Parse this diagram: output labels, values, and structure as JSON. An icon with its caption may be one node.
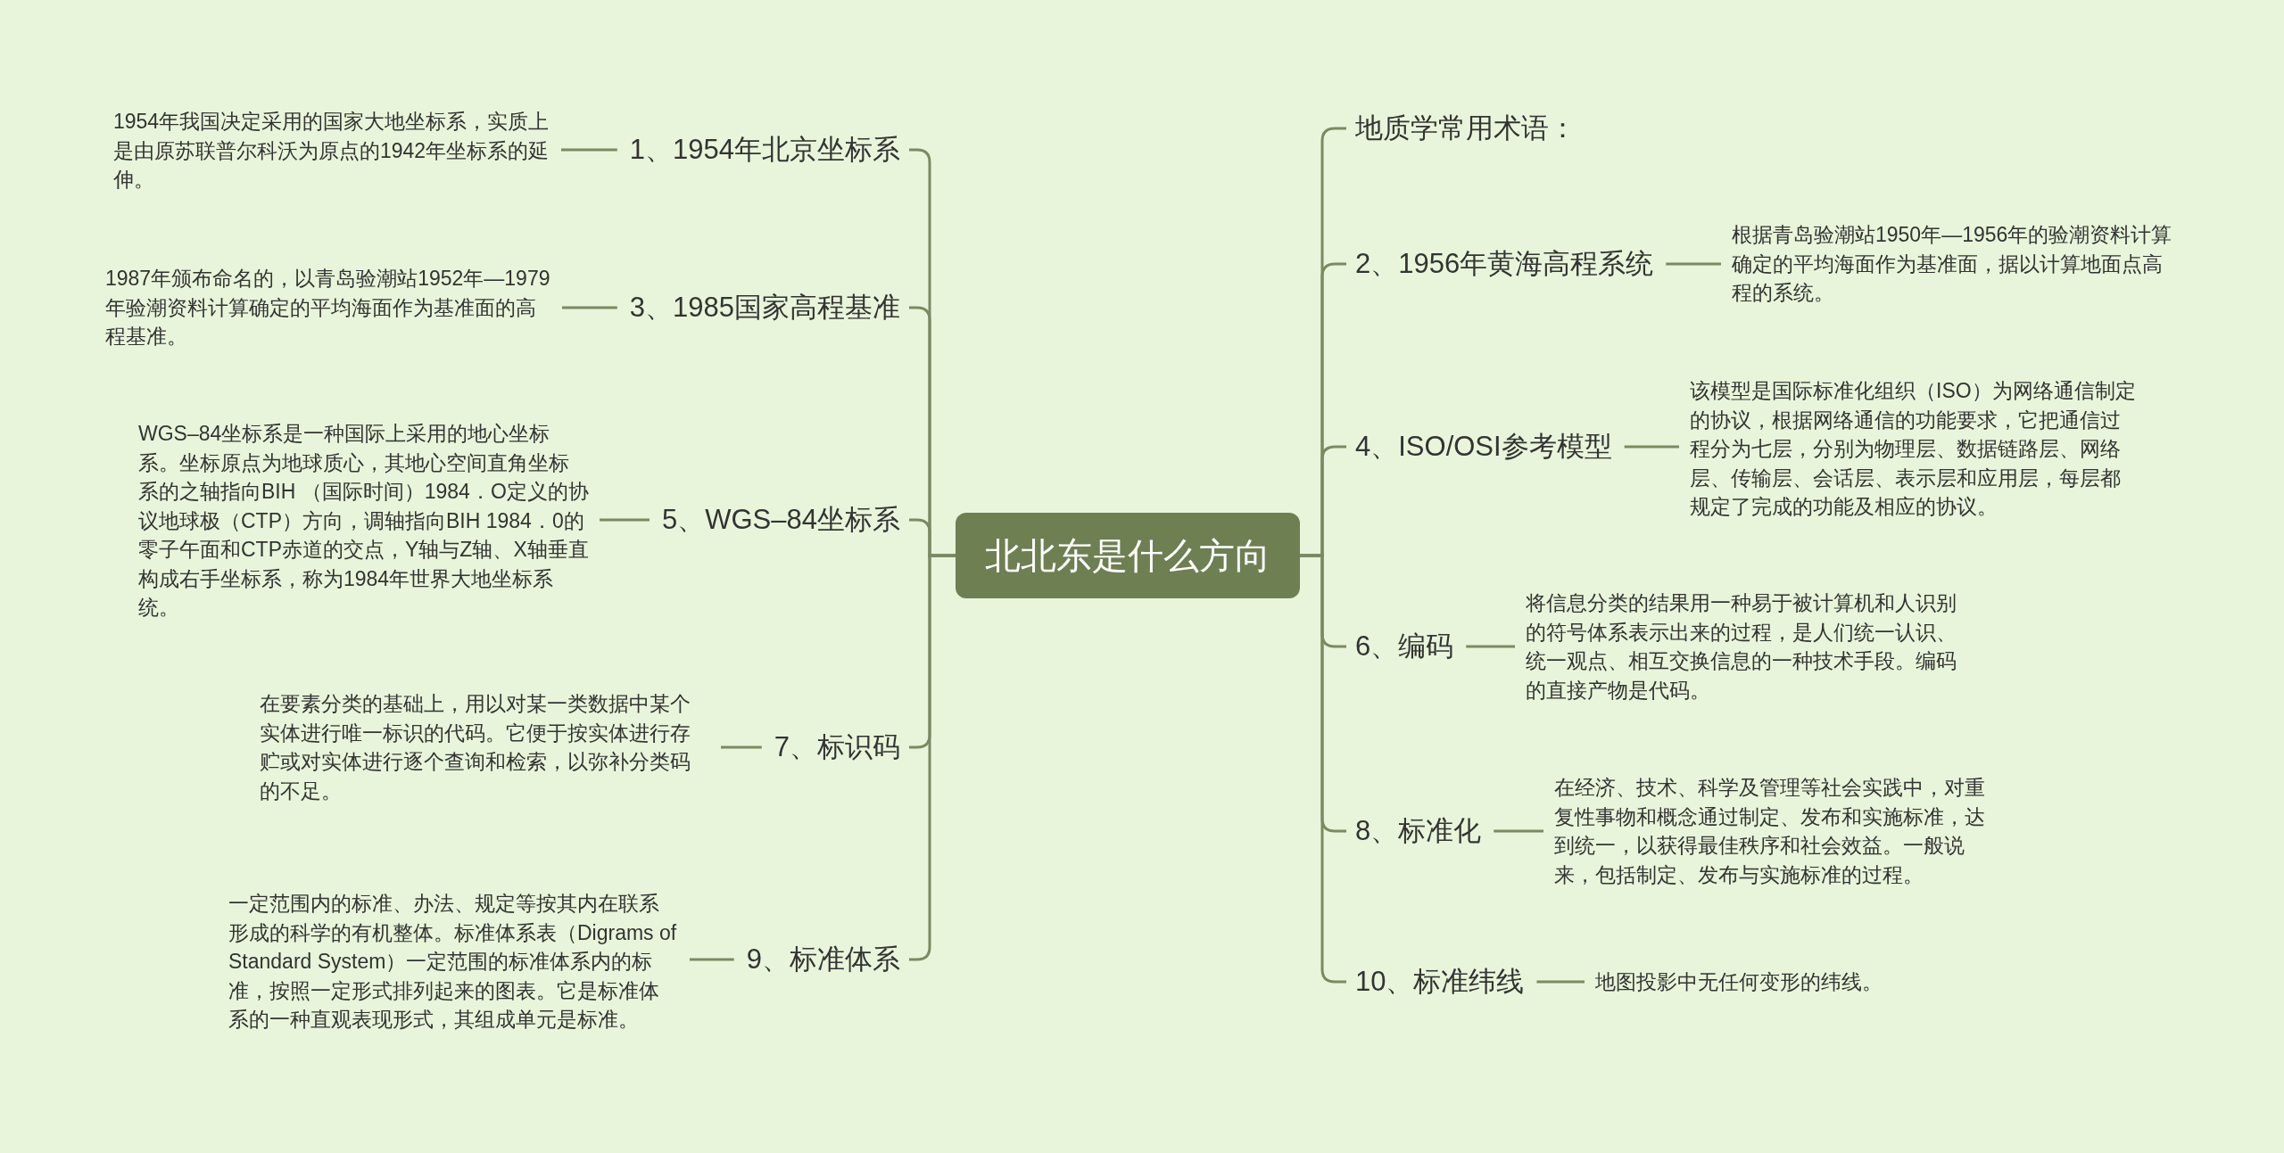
{
  "diagram": {
    "nodes": [
      {
        "text": [
          "北北东是什么方向"
        ]
      },
      {
        "text": [
          "1、1954年北京坐标系"
        ]
      },
      {
        "text": [
          "1954年我国决定采用的国家大地坐标系，实质上是由原苏联普尔科沃为原点的1942年坐标系的延伸。"
        ]
      },
      {
        "text": [
          "3、1985国家高程基准"
        ]
      },
      {
        "text": [
          "1987年颁布命名的，以青岛验潮站1952年—1979年验潮资料计算确定的平均海面作为基准面的高程基准。"
        ]
      },
      {
        "text": [
          "5、WGS–84坐标系"
        ]
      },
      {
        "text": [
          "WGS–84坐标系是一种国际上采用的地心坐标系。坐标原点为地球质心，其地心空间直角坐标系的之轴指向BIH （国际时间）1984．O定义的协议地球极（CTP）方向，调轴指向BIH 1984．0的零子午面和CTP赤道的交点，Y轴与Z轴、X轴垂直构成右手坐标系，称为1984年世界大地坐标系统。"
        ]
      },
      {
        "text": [
          "7、标识码"
        ]
      },
      {
        "text": [
          "在要素分类的基础上，用以对某一类数据中某个实体进行唯一标识的代码。它便于按实体进行存贮或对实体进行逐个查询和检索，以弥补分类码的不足。"
        ]
      },
      {
        "text": [
          "9、标准体系"
        ]
      },
      {
        "text": [
          "一定范围内的标准、办法、规定等按其内在联系形成的科学的有机整体。标准体系表（Digrams of Standard System）一定范围的标准体系内的标准，按照一定形式排列起来的图表。它是标准体系的一种直观表现形式，其组成单元是标准。"
        ]
      },
      {
        "text": [
          "地质学常用术语："
        ]
      },
      {
        "text": [
          "2、1956年黄海高程系统"
        ]
      },
      {
        "text": [
          "根据青岛验潮站1950年—1956年的验潮资料计算确定的平均海面作为基准面，据以计算地面点高程的系统。"
        ]
      },
      {
        "text": [
          "4、ISO/OSI参考模型"
        ]
      },
      {
        "text": [
          "该模型是国际标准化组织（ISO）为网络通信制定的协议，根据网络通信的功能要求，它把通信过程分为七层，分别为物理层、数据链路层、网络层、传输层、会话层、表示层和应用层，每层都规定了完成的功能及相应的协议。"
        ]
      },
      {
        "text": [
          "6、编码"
        ]
      },
      {
        "text": [
          "将信息分类的结果用一种易于被计算机和人识别的符号体系表示出来的过程，是人们统一认识、统一观点、相互交换信息的一种技术手段。编码的直接产物是代码。"
        ]
      },
      {
        "text": [
          "8、标准化"
        ]
      },
      {
        "text": [
          "在经济、技术、科学及管理等社会实践中，对重复性事物和概念通过制定、发布和实施标准，达到统一，以获得最佳秩序和社会效益。一般说来，包括制定、发布与实施标准的过程。"
        ]
      },
      {
        "text": [
          "10、标准纬线"
        ]
      },
      {
        "text": [
          "地图投影中无任何变形的纬线。"
        ]
      }
    ],
    "edges": [
      {
        "from": 0,
        "to": 1,
        "arrow": "none"
      },
      {
        "from": 1,
        "to": 2,
        "arrow": "none"
      },
      {
        "from": 0,
        "to": 3,
        "arrow": "none"
      },
      {
        "from": 3,
        "to": 4,
        "arrow": "none"
      },
      {
        "from": 0,
        "to": 5,
        "arrow": "none"
      },
      {
        "from": 5,
        "to": 6,
        "arrow": "none"
      },
      {
        "from": 0,
        "to": 7,
        "arrow": "none"
      },
      {
        "from": 7,
        "to": 8,
        "arrow": "none"
      },
      {
        "from": 0,
        "to": 9,
        "arrow": "none"
      },
      {
        "from": 9,
        "to": 10,
        "arrow": "none"
      },
      {
        "from": 0,
        "to": 11,
        "arrow": "none"
      },
      {
        "from": 0,
        "to": 12,
        "arrow": "none"
      },
      {
        "from": 12,
        "to": 13,
        "arrow": "none"
      },
      {
        "from": 0,
        "to": 14,
        "arrow": "none"
      },
      {
        "from": 14,
        "to": 15,
        "arrow": "none"
      },
      {
        "from": 0,
        "to": 16,
        "arrow": "none"
      },
      {
        "from": 16,
        "to": 17,
        "arrow": "none"
      },
      {
        "from": 0,
        "to": 18,
        "arrow": "none"
      },
      {
        "from": 18,
        "to": 19,
        "arrow": "none"
      },
      {
        "from": 0,
        "to": 20,
        "arrow": "none"
      },
      {
        "from": 20,
        "to": 21,
        "arrow": "none"
      }
    ]
  }
}
